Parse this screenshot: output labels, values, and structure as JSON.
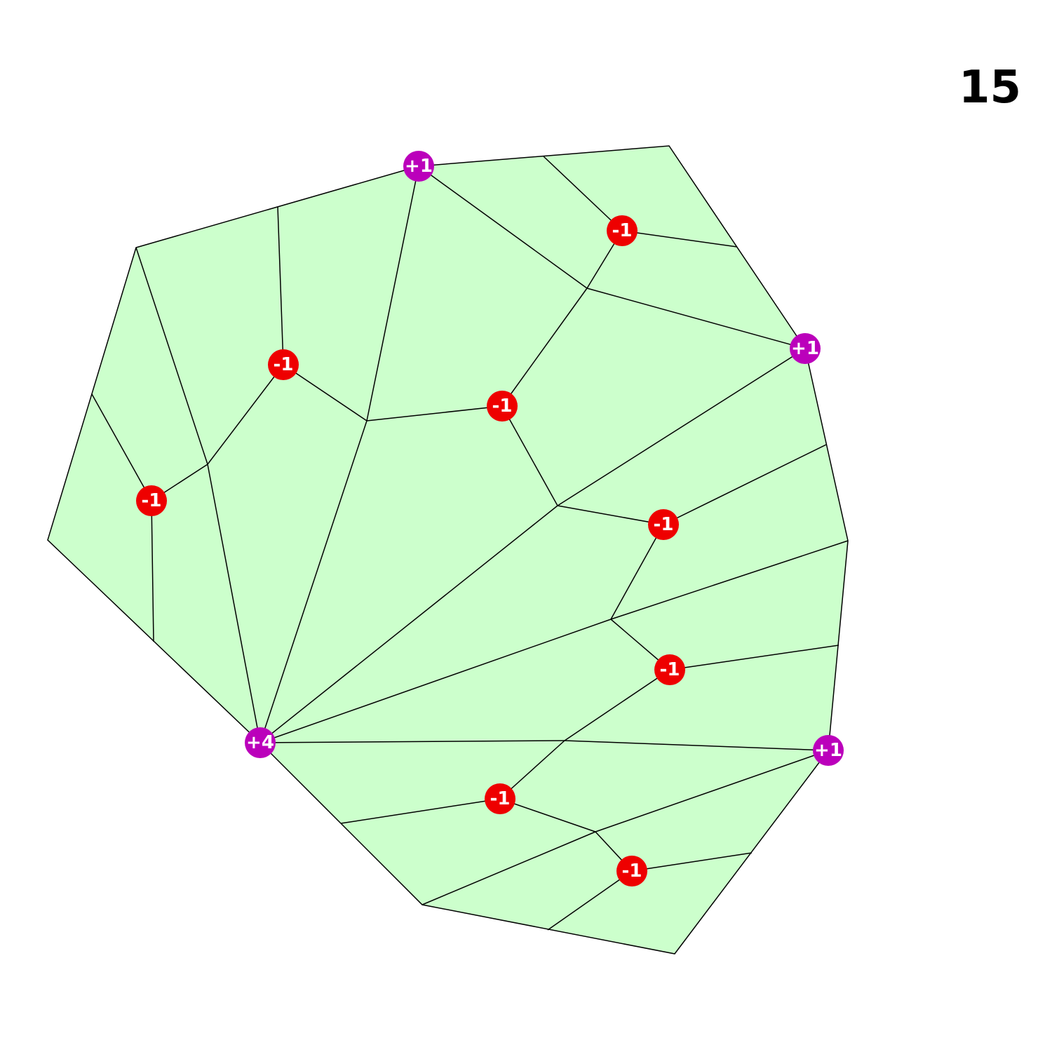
{
  "figure_number": "15",
  "colors": {
    "region_fill": "#ccffcc",
    "edge": "#000000",
    "positive_node": "#bb00bb",
    "negative_node": "#ee0000",
    "label_text": "#ffffff"
  },
  "nodes": [
    {
      "id": "p_top",
      "label": "+1",
      "sign": "positive"
    },
    {
      "id": "p_right_upper",
      "label": "+1",
      "sign": "positive"
    },
    {
      "id": "p_right_lower",
      "label": "+1",
      "sign": "positive"
    },
    {
      "id": "p_center",
      "label": "+4",
      "sign": "positive"
    },
    {
      "id": "n_top_right",
      "label": "-1",
      "sign": "negative"
    },
    {
      "id": "n_left_upper",
      "label": "-1",
      "sign": "negative"
    },
    {
      "id": "n_center",
      "label": "-1",
      "sign": "negative"
    },
    {
      "id": "n_left",
      "label": "-1",
      "sign": "negative"
    },
    {
      "id": "n_right_mid",
      "label": "-1",
      "sign": "negative"
    },
    {
      "id": "n_right_low",
      "label": "-1",
      "sign": "negative"
    },
    {
      "id": "n_bottom_mid",
      "label": "-1",
      "sign": "negative"
    },
    {
      "id": "n_bottom_right",
      "label": "-1",
      "sign": "negative"
    }
  ]
}
